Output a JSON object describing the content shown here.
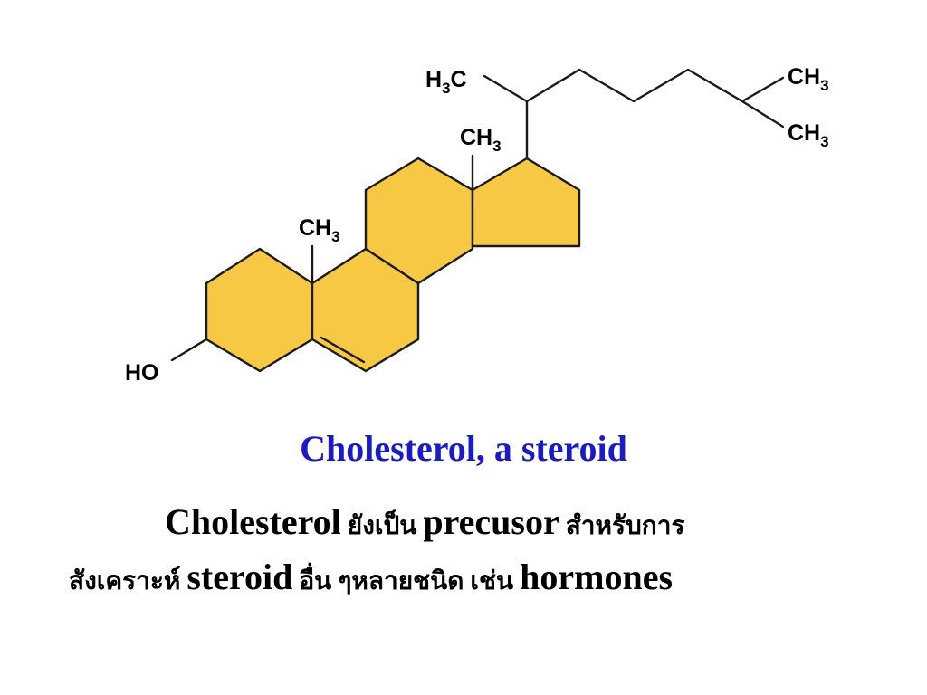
{
  "molecule": {
    "name": "Cholesterol",
    "ring_color": "#f7c844",
    "labels": {
      "h3c_top": {
        "H": "H",
        "sub": "3",
        "C": "C"
      },
      "ch3_right_upper": {
        "C": "CH",
        "sub": "3"
      },
      "ch3_right_lower": {
        "C": "CH",
        "sub": "3"
      },
      "ch3_c13": {
        "C": "CH",
        "sub": "3"
      },
      "ch3_c10": {
        "C": "CH",
        "sub": "3"
      },
      "hydroxyl": "HO"
    }
  },
  "caption": {
    "text": "Cholesterol, a steroid",
    "color": "#1a1ac8"
  },
  "description": {
    "line1": {
      "w1": "Cholesterol",
      "t1": " ยังเป็น ",
      "w2": "precusor",
      "t2": " สำหรับการ"
    },
    "line2": {
      "t1": "สังเคราะห์ ",
      "w1": "steroid",
      "t2": " อื่น ๆหลายชนิด เช่น ",
      "w2": "hormones"
    }
  }
}
